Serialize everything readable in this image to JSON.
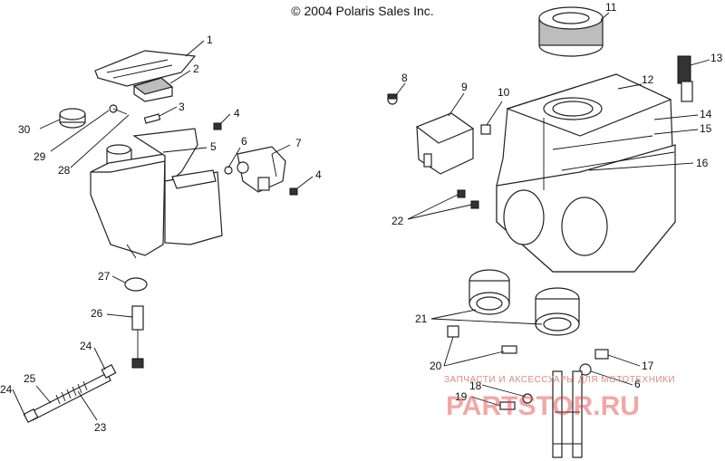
{
  "copyright": "© 2004 Polaris Sales Inc.",
  "watermark": {
    "caption": "ЗАПЧАСТИ И АКСЕССУАРЫ ДЛЯ МОТОТЕХНИКИ",
    "site": "PARTSTOR.RU"
  },
  "callouts": [
    "1",
    "2",
    "3",
    "4",
    "30",
    "29",
    "28",
    "5",
    "6",
    "7",
    "4",
    "27",
    "26",
    "24",
    "25",
    "24",
    "23",
    "8",
    "9",
    "10",
    "11",
    "12",
    "13",
    "14",
    "15",
    "16",
    "22",
    "21",
    "20",
    "18",
    "19",
    "17",
    "6"
  ],
  "colors": {
    "line": "#111111",
    "watermark": "#e23b3b"
  }
}
